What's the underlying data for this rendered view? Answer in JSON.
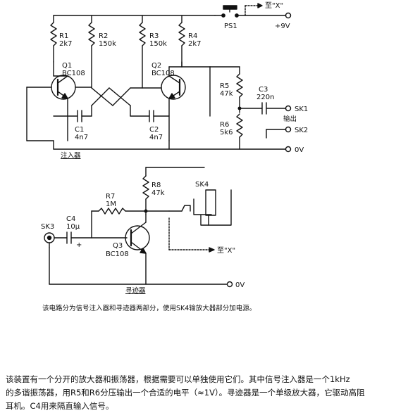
{
  "labels": {
    "ps1": "PS1",
    "plus9v": "+9V",
    "to_x_top": "至\"X\"",
    "r1_name": "R1",
    "r1_val": "2k7",
    "r2_name": "R2",
    "r2_val": "150k",
    "r3_name": "R3",
    "r3_val": "150k",
    "r4_name": "R4",
    "r4_val": "2k7",
    "q1_name": "Q1",
    "q1_type": "BC108",
    "q2_name": "Q2",
    "q2_type": "BC108",
    "r5_name": "R5",
    "r5_val": "47k",
    "r6_name": "R6",
    "r6_val": "5k6",
    "c3_name": "C3",
    "c3_val": "220n",
    "sk1": "SK1",
    "output": "输出",
    "sk2": "SK2",
    "zero_v_top": "0V",
    "c1_name": "C1",
    "c1_val": "4n7",
    "c2_name": "C2",
    "c2_val": "4n7",
    "injector": "注入器",
    "r8_name": "R8",
    "r8_val": "47k",
    "sk4": "SK4",
    "r7_name": "R7",
    "r7_val": "1M",
    "sk3": "SK3",
    "c4_name": "C4",
    "c4_val": "10μ",
    "plus": "+",
    "q3_name": "Q3",
    "q3_type": "BC108",
    "to_x_bottom": "至\"X\"",
    "tracer": "寻迹器",
    "zero_v_bottom": "0V"
  },
  "caption": "该电路分为信号注入器和寻迹器两部分，使用SK4输放大器部分加电源。",
  "body_text": [
    "该装置有一个分开的放大器和振荡器，根据需要可以单独使用它们。其中信号注入器是一个1kHz",
    "的多谐振荡器，用R5和R6分压输出一个合适的电平（≈1V）。寻迹器是一个单级放大器，它驱动高阻",
    "耳机。C4用来隔直输入信号。"
  ]
}
